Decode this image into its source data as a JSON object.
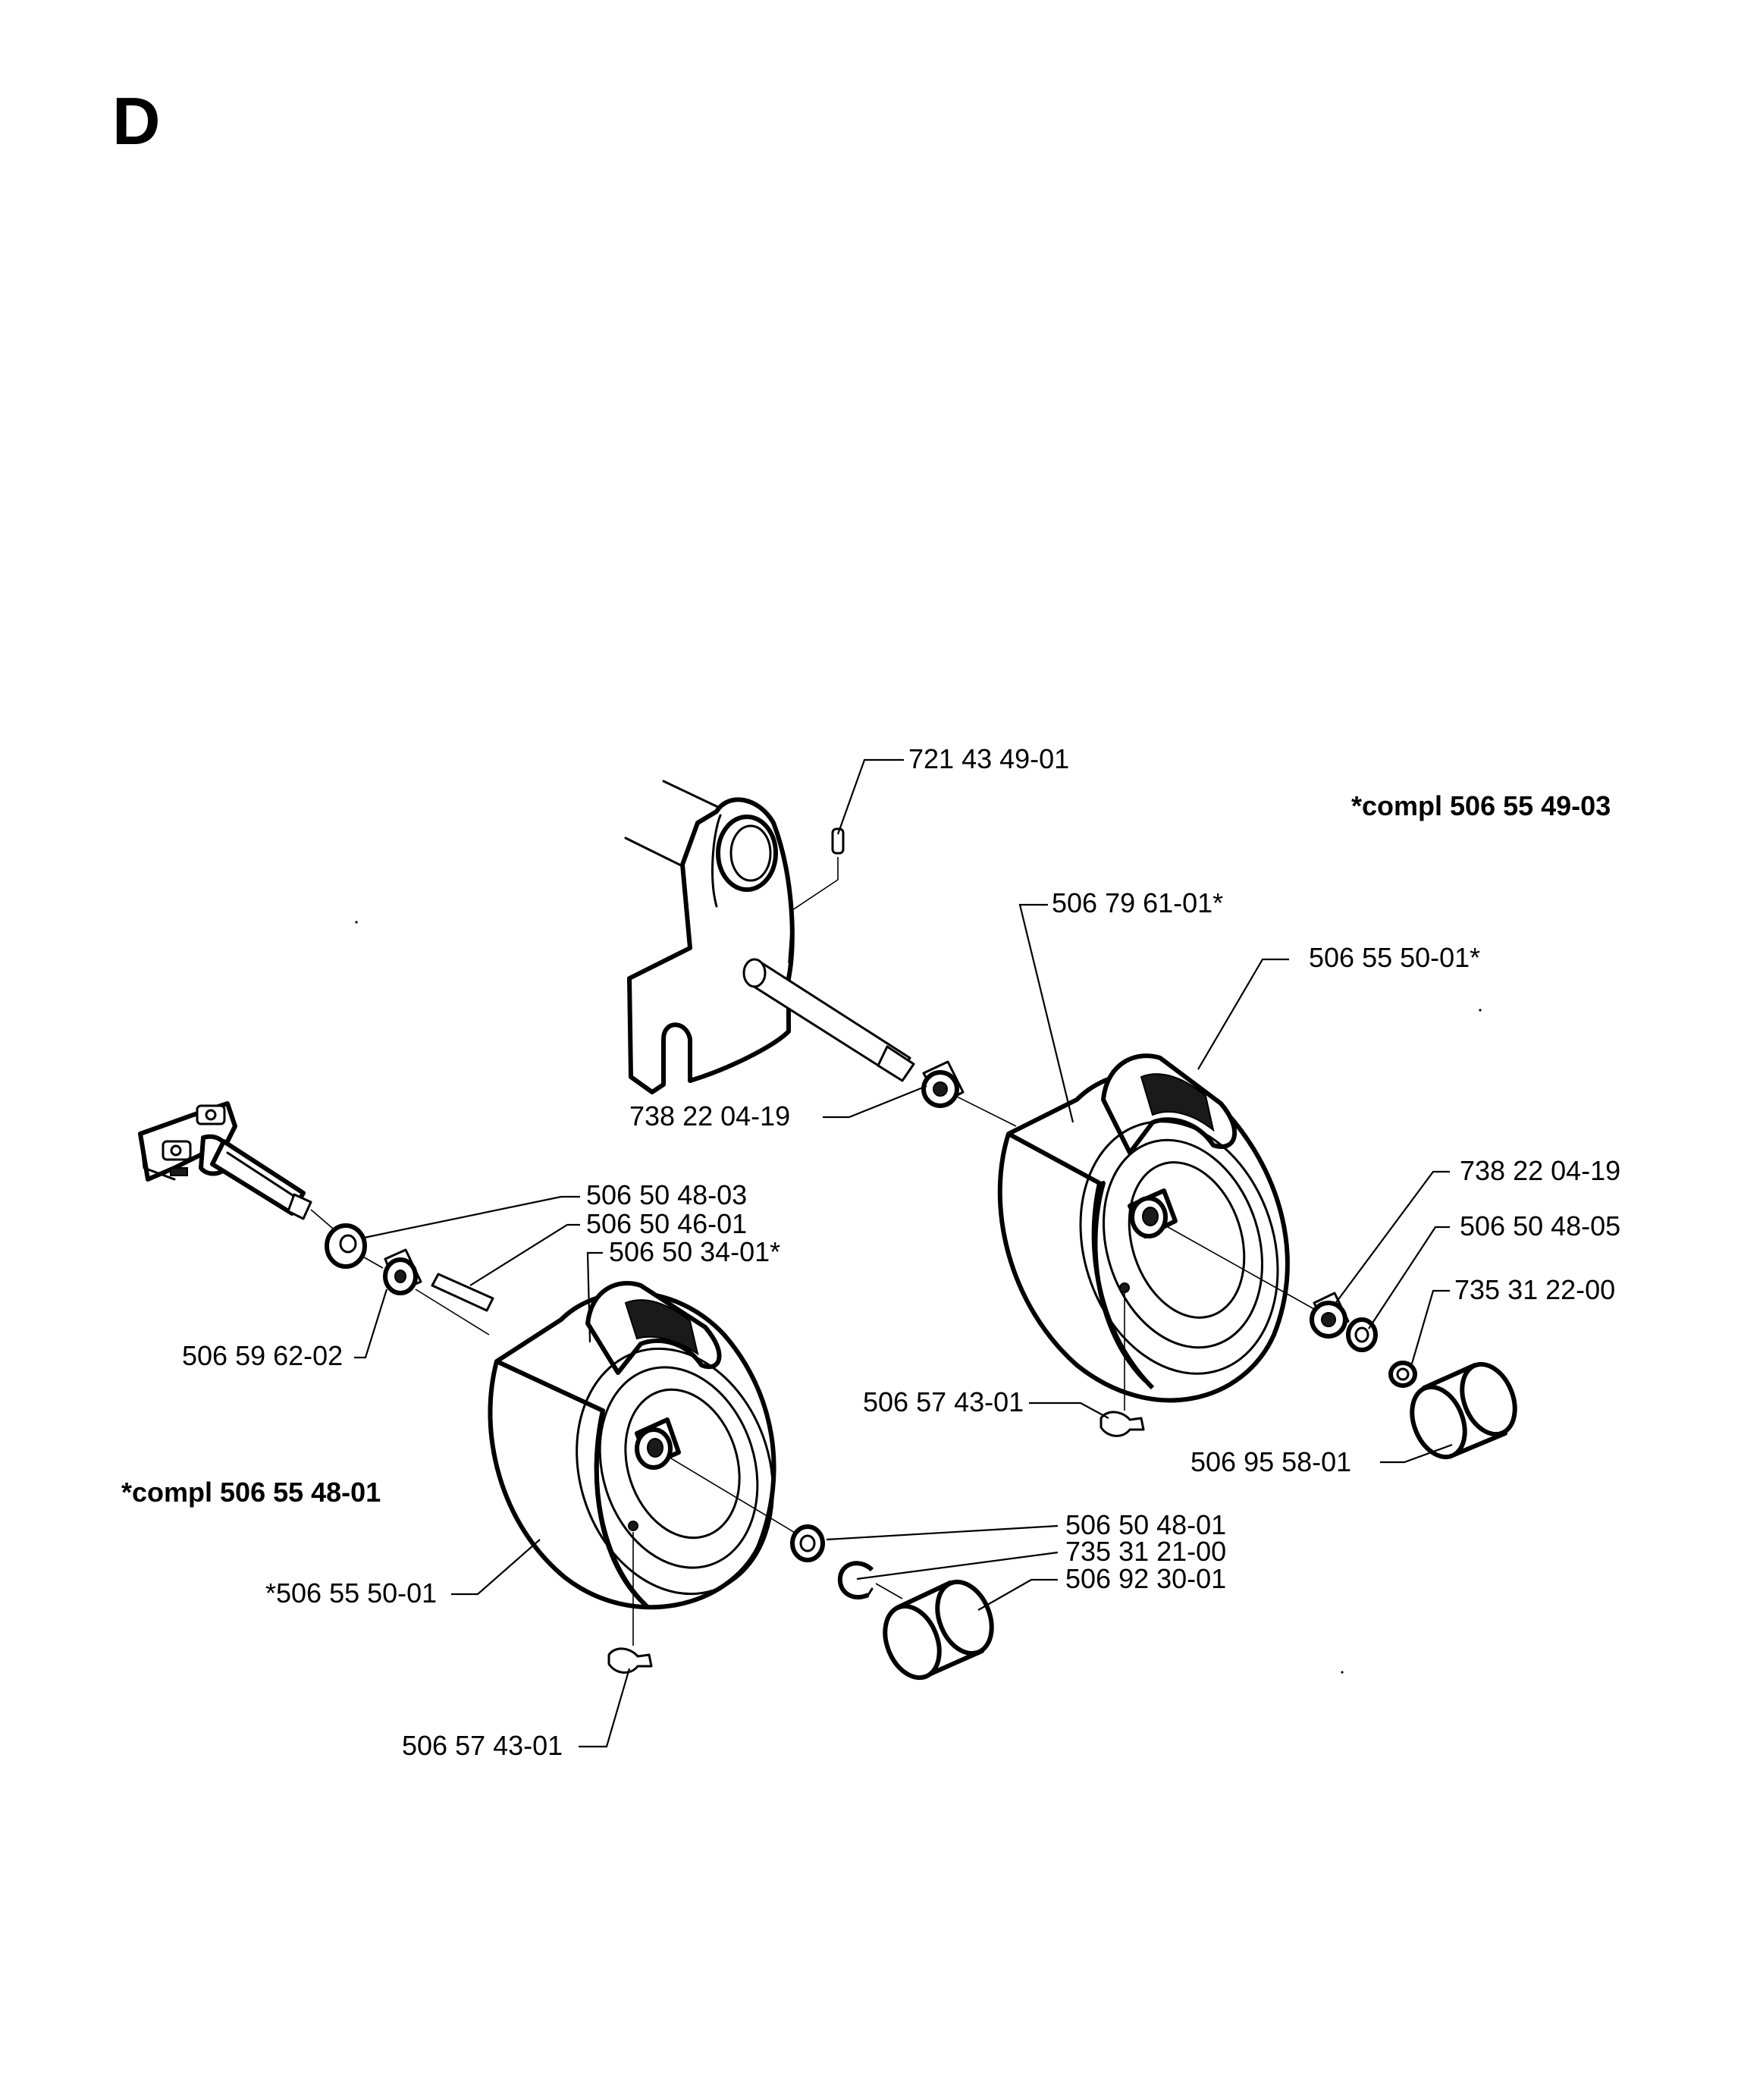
{
  "sheet": {
    "letter": "D"
  },
  "assemblies": [
    {
      "id": "left",
      "label": "*compl 506 55 48-01"
    },
    {
      "id": "right",
      "label": "*compl 506 55 49-03"
    }
  ],
  "callouts": {
    "c721_43_49_01": "721 43 49-01",
    "c506_79_61_01": "506 79 61-01*",
    "c506_55_50_01_right": "506 55 50-01*",
    "c738_22_04_19_axle": "738 22 04-19",
    "c738_22_04_19_right": "738 22 04-19",
    "c506_50_48_05": "506 50 48-05",
    "c735_31_22_00": "735 31 22-00",
    "c506_57_43_01_right": "506 57 43-01",
    "c506_95_58_01": "506 95 58-01",
    "c506_50_48_03": "506 50 48-03",
    "c506_50_46_01": "506 50 46-01",
    "c506_50_34_01": "506 50 34-01*",
    "c506_59_62_02": "506 59 62-02",
    "c506_50_48_01": "506 50 48-01",
    "c735_31_21_00": "735 31 21-00",
    "c506_92_30_01": "506 92 30-01",
    "c506_55_50_01_left": "*506 55 50-01",
    "c506_57_43_01_left": "506 57 43-01"
  }
}
